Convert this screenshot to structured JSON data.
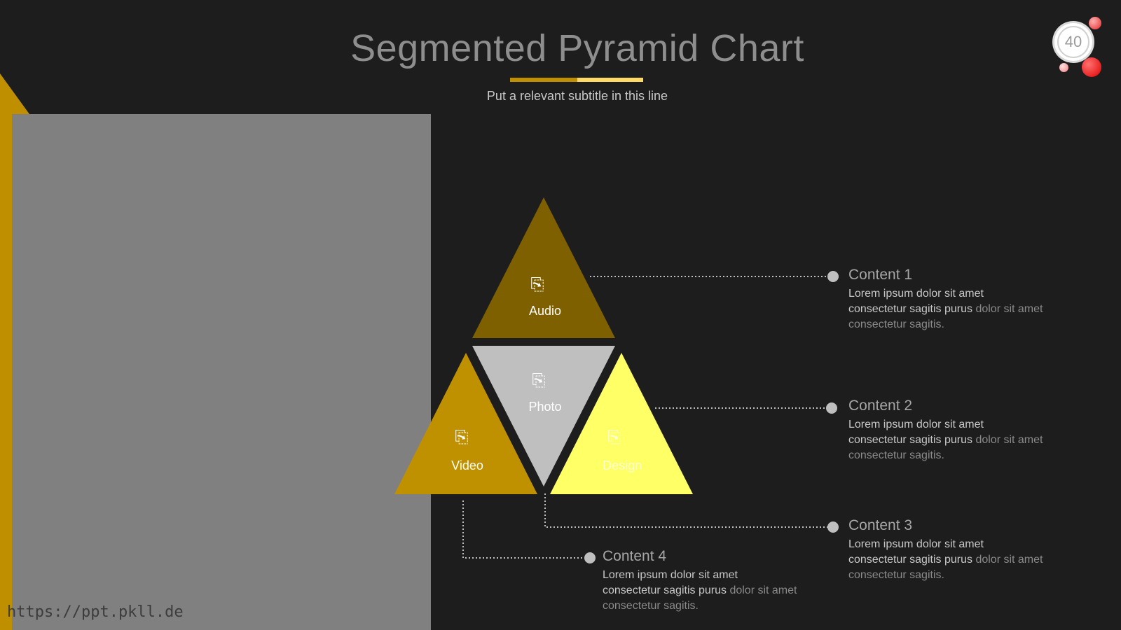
{
  "slide": {
    "title": "Segmented Pyramid Chart",
    "subtitle": "Put a relevant subtitle in this line",
    "page_number": "40",
    "watermark": "https://ppt.pkll.de"
  },
  "colors": {
    "background": "#1d1d1e",
    "accent_gold": "#bf8f00",
    "accent_light": "#ffd966",
    "segment_audio": "#7f6000",
    "segment_photo": "#bfbfbf",
    "segment_video": "#bf9000",
    "segment_design": "#ffff66",
    "placeholder": "#808080"
  },
  "segments": [
    {
      "label": "Audio",
      "icon": "audio-icon"
    },
    {
      "label": "Photo",
      "icon": "photo-icon"
    },
    {
      "label": "Video",
      "icon": "video-icon"
    },
    {
      "label": "Design",
      "icon": "design-icon"
    }
  ],
  "contents": [
    {
      "title": "Content 1",
      "body_main": "Lorem ipsum dolor sit amet consectetur sagitis purus",
      "body_dim": "dolor sit amet consectetur sagitis."
    },
    {
      "title": "Content 2",
      "body_main": "Lorem ipsum dolor sit amet consectetur sagitis purus",
      "body_dim": "dolor sit amet consectetur sagitis."
    },
    {
      "title": "Content 3",
      "body_main": "Lorem ipsum dolor sit amet consectetur sagitis purus",
      "body_dim": "dolor sit amet consectetur sagitis."
    },
    {
      "title": "Content 4",
      "body_main": "Lorem ipsum dolor sit amet consectetur sagitis purus",
      "body_dim": "dolor sit amet consectetur sagitis."
    }
  ]
}
